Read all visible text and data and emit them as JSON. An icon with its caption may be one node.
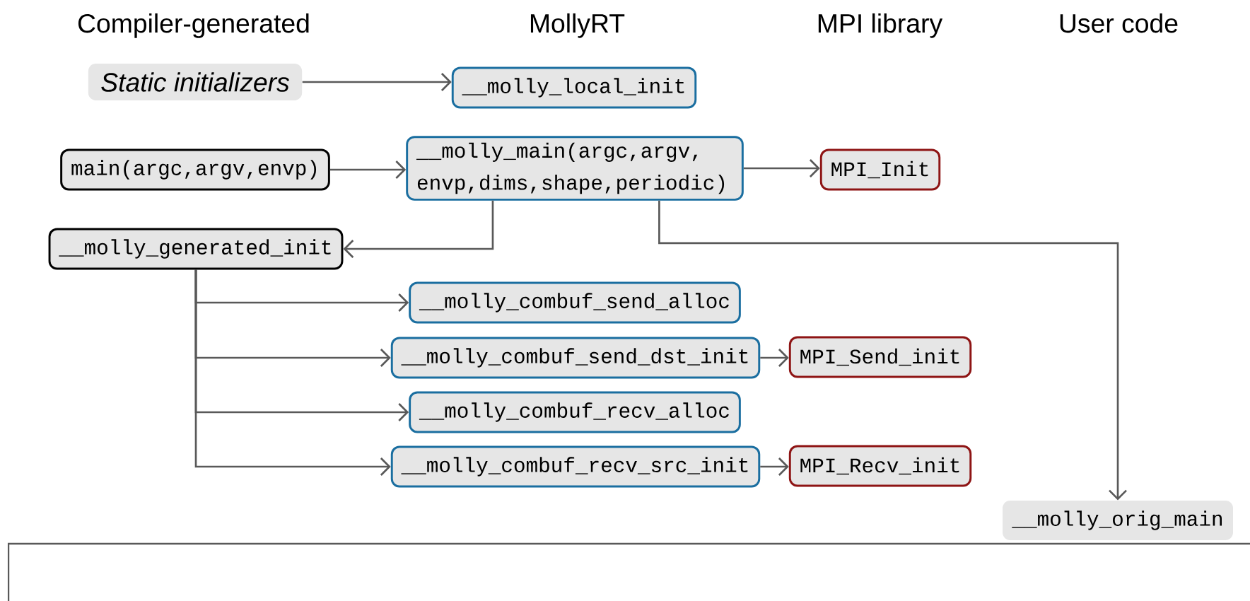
{
  "diagram": {
    "nodes": [
      {
        "text": [
          "Static initializers"
        ]
      },
      {
        "text": [
          "__molly_local_init"
        ]
      },
      {
        "text": [
          "main(argc,argv,envp)"
        ]
      },
      {
        "text": [
          "__molly_main(argc,argv, envp,dims,shape,periodic)"
        ]
      },
      {
        "text": [
          "MPI_Init"
        ]
      },
      {
        "text": [
          "__molly_generated_init"
        ]
      },
      {
        "text": [
          "__molly_combuf_send_alloc"
        ]
      },
      {
        "text": [
          "__molly_combuf_send_dst_init"
        ]
      },
      {
        "text": [
          "MPI_Send_init"
        ]
      },
      {
        "text": [
          "__molly_combuf_recv_alloc"
        ]
      },
      {
        "text": [
          "__molly_combuf_recv_src_init"
        ]
      },
      {
        "text": [
          "MPI_Recv_init"
        ]
      },
      {
        "text": [
          "__molly_orig_main"
        ]
      }
    ],
    "edges": [
      {
        "from": 0,
        "to": 1,
        "arrow": "to"
      },
      {
        "from": 2,
        "to": 3,
        "arrow": "to"
      },
      {
        "from": 3,
        "to": 4,
        "arrow": "to"
      },
      {
        "from": 3,
        "to": 5,
        "arrow": "to"
      },
      {
        "from": 5,
        "to": 6,
        "arrow": "to"
      },
      {
        "from": 5,
        "to": 7,
        "arrow": "to"
      },
      {
        "from": 5,
        "to": 9,
        "arrow": "to"
      },
      {
        "from": 5,
        "to": 10,
        "arrow": "to"
      },
      {
        "from": 7,
        "to": 8,
        "arrow": "to"
      },
      {
        "from": 10,
        "to": 11,
        "arrow": "to"
      },
      {
        "from": 3,
        "to": 12,
        "arrow": "to"
      }
    ],
    "labels": [
      "Compiler-generated",
      "MollyRT",
      "MPI library",
      "User code"
    ]
  }
}
